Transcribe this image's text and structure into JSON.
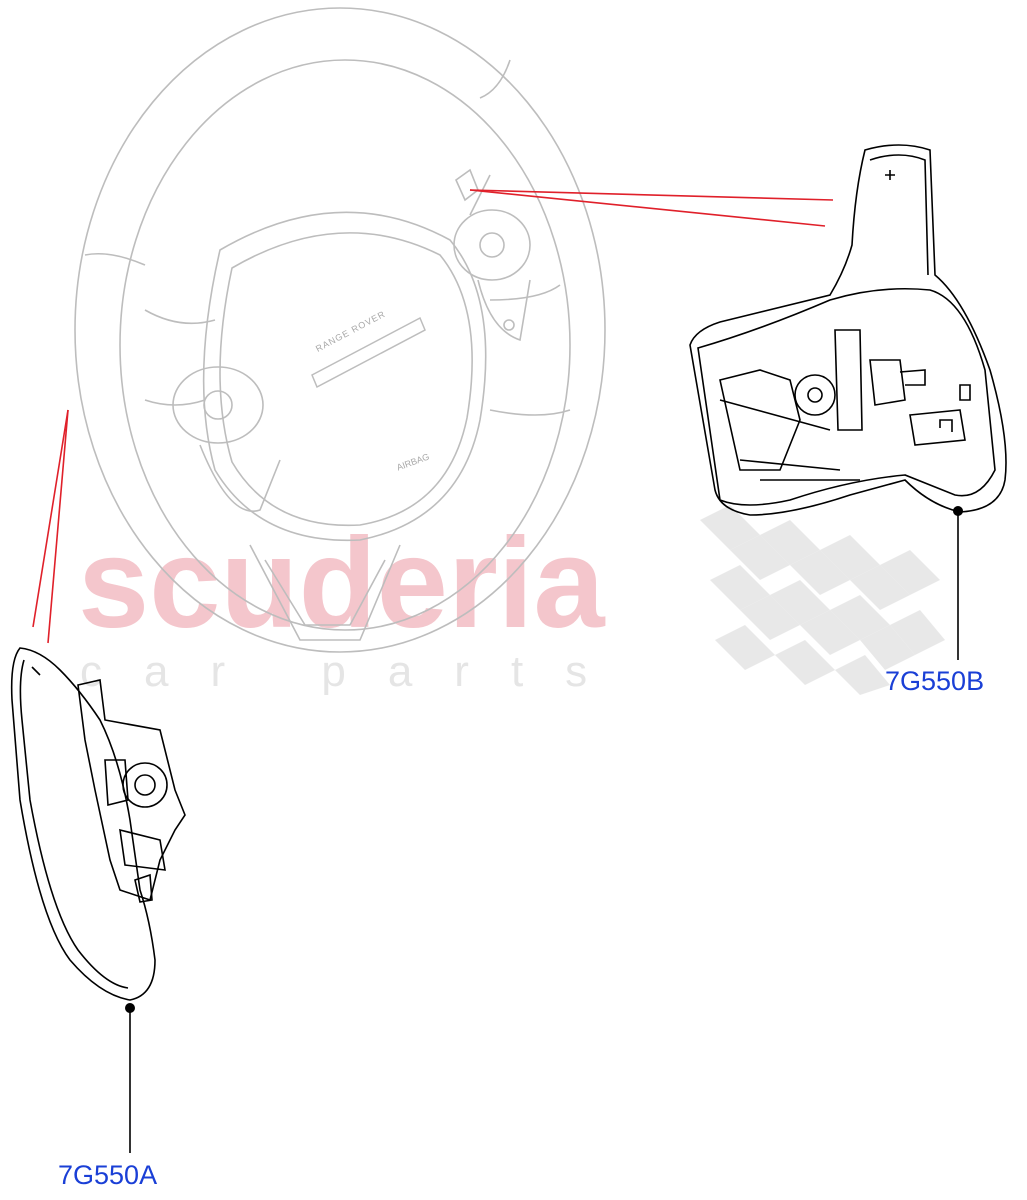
{
  "watermark": {
    "brand": "scuderia",
    "tagline": "car parts",
    "color": "#f4c6cc"
  },
  "steering_wheel": {
    "badge_text": "RANGE ROVER",
    "airbag_text": "AIRBAG"
  },
  "callouts": {
    "part_a": "7G550A",
    "part_b": "7G550B",
    "label_color": "#1a3fd6",
    "leader_color": "#e0202a"
  }
}
